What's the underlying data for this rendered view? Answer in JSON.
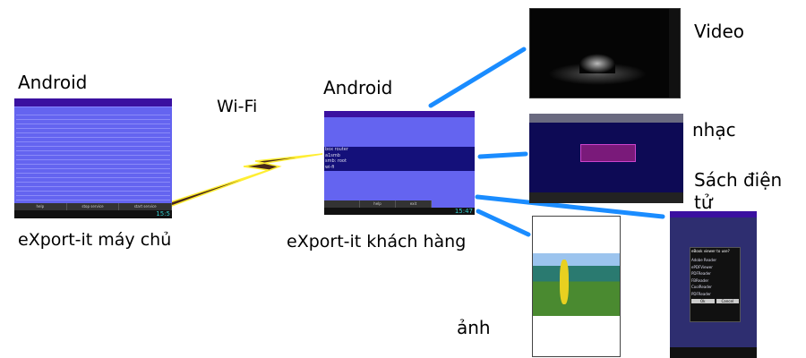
{
  "labels": {
    "server_os": "Android",
    "wifi": "Wi-Fi",
    "client_os": "Android",
    "server": "eXport-it máy chủ",
    "client": "eXport-it khách hàng",
    "video": "Video",
    "music": "nhạc",
    "ebook": "Sách điện tử",
    "photo": "ảnh"
  },
  "server_screen": {
    "buttons": [
      "help",
      "stop service",
      "start service"
    ],
    "time": "15:5"
  },
  "client_screen": {
    "items": [
      "box router",
      "a1smb",
      "smb: root",
      "wi-fi"
    ],
    "buttons": [
      "help",
      "exit"
    ],
    "time": "15:47"
  },
  "ebook_screen": {
    "dialog_title": "eBook viewer to use?",
    "options": [
      "Adobe Reader",
      "ePDFViewer",
      "PDFReader",
      "FBReader",
      "CoolReader",
      "PDFReader"
    ],
    "ok": "Ok",
    "cancel": "Cancel"
  },
  "colors": {
    "connector": "#1a8cff",
    "bolt": "#4a2a1a",
    "bolt_outline": "#ffee33",
    "screen_bg": "#6464f0"
  }
}
